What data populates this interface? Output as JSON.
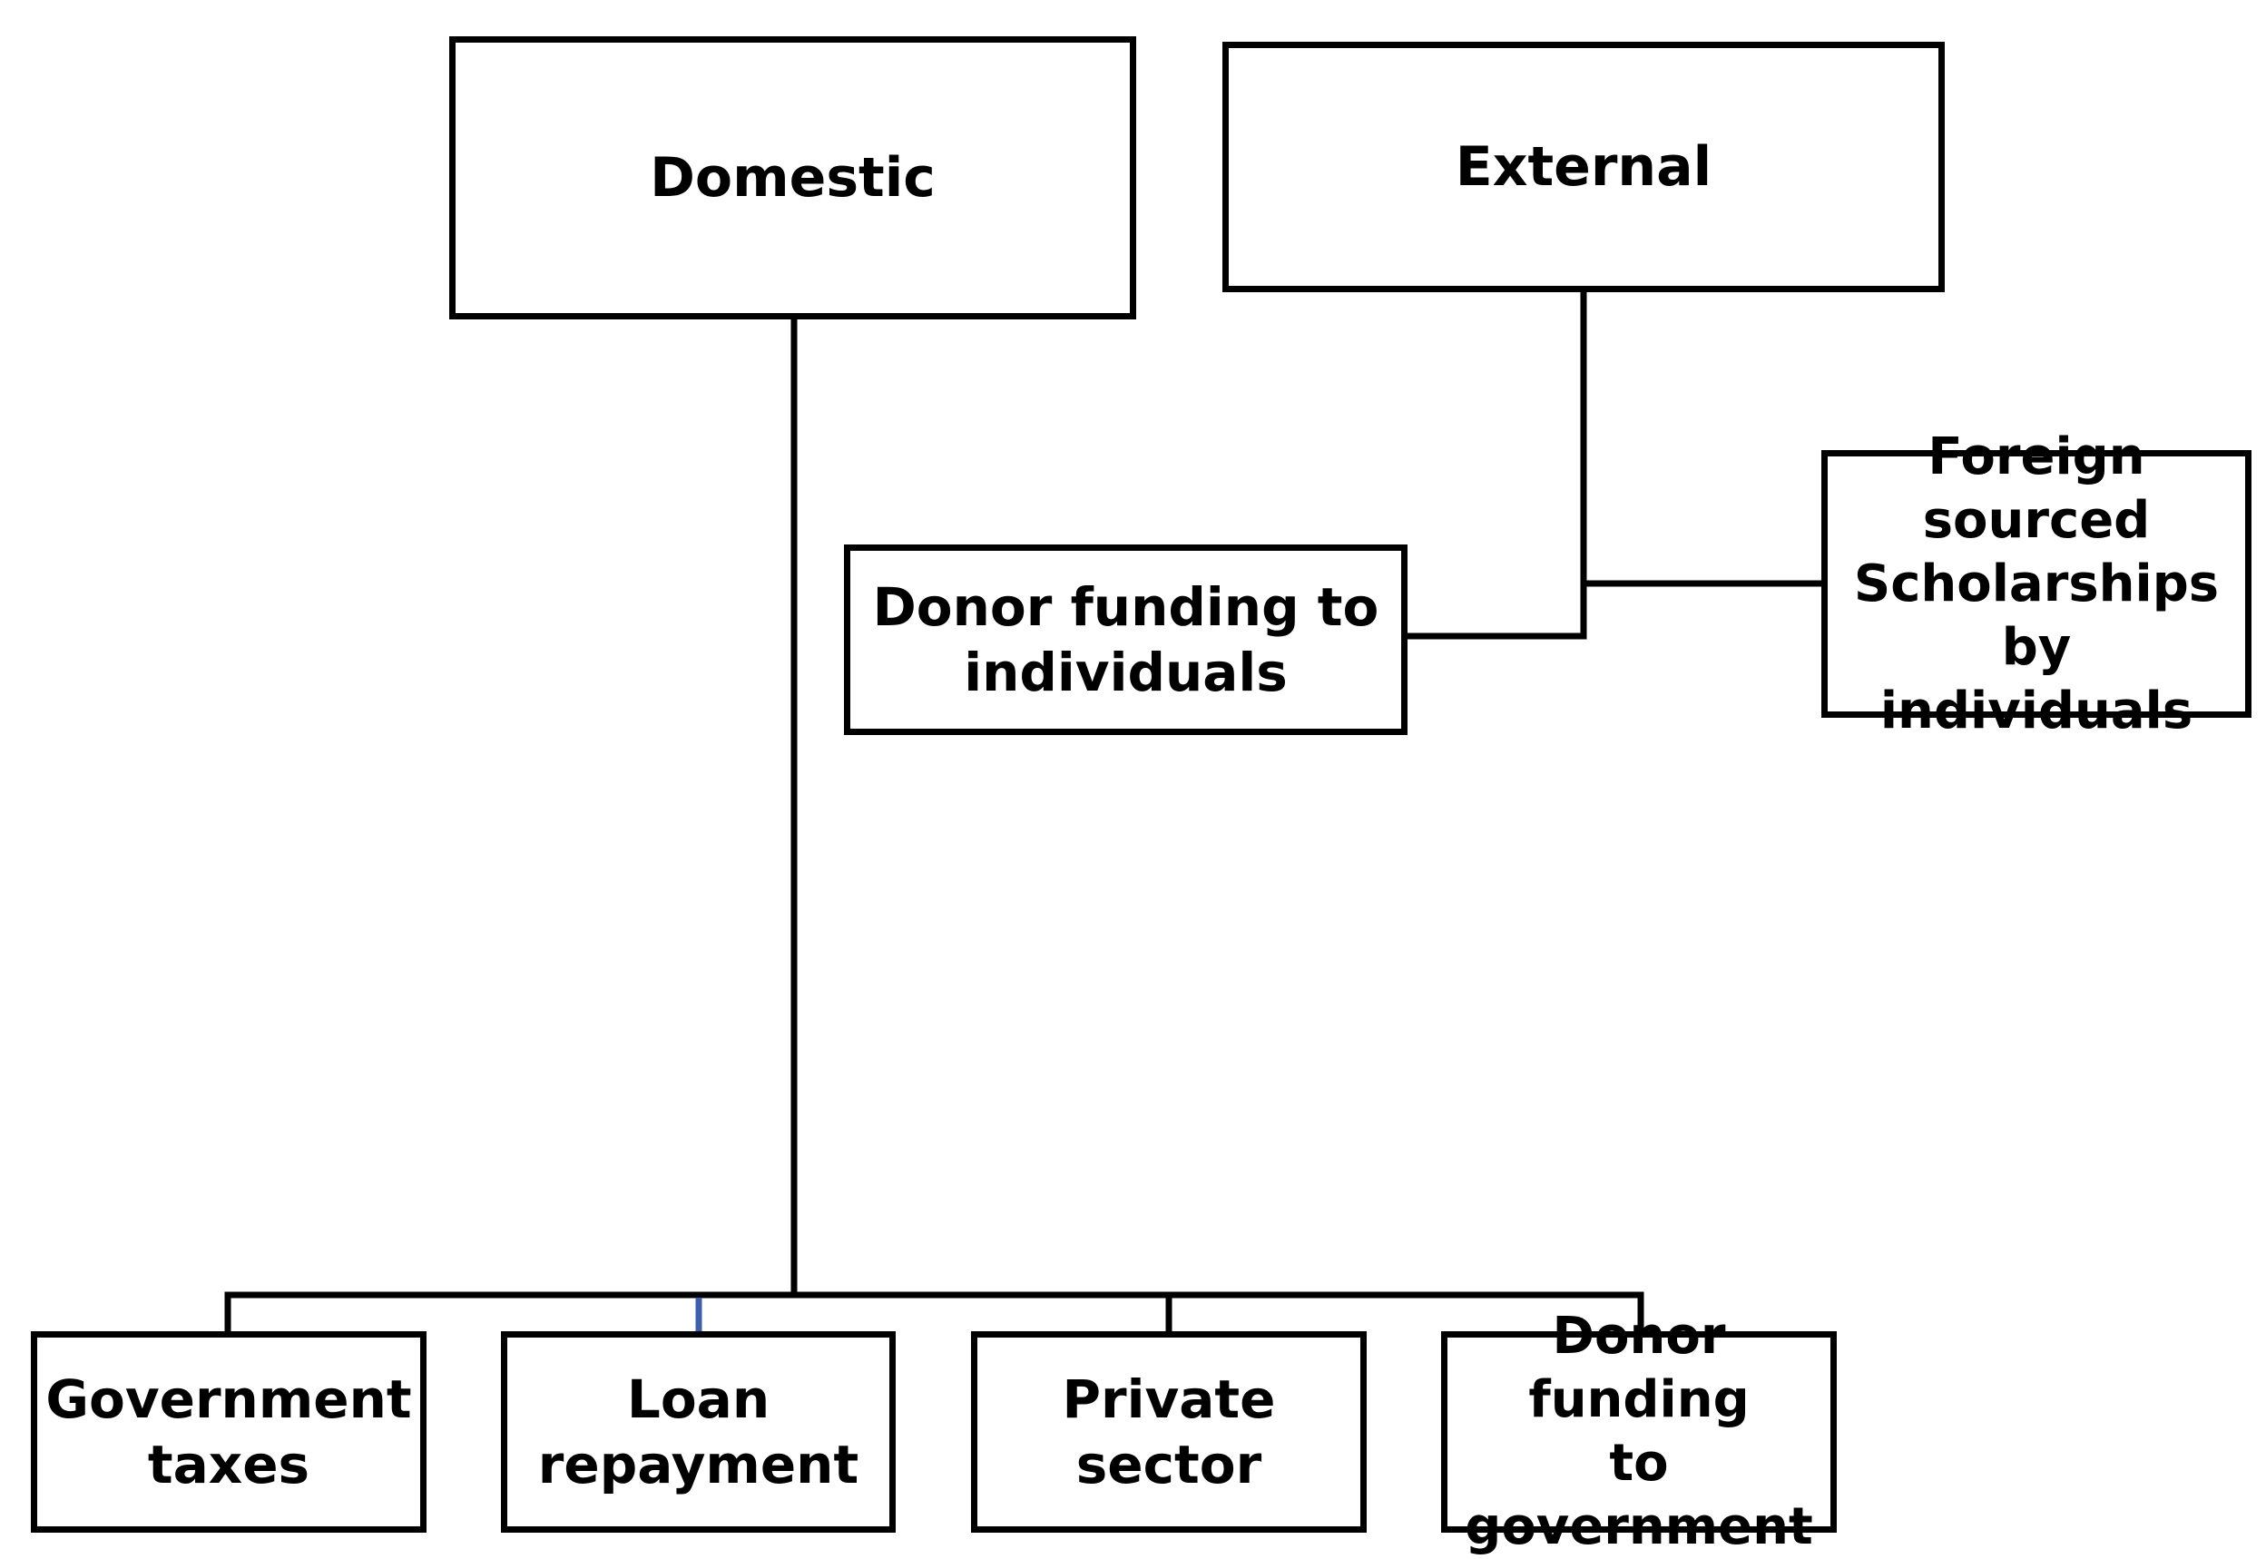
{
  "diagram": {
    "nodes": {
      "domestic": "Domestic",
      "external": "External",
      "donor_individuals": "Donor funding to\nindividuals",
      "foreign_scholarships": "Foreign sourced\nScholarships by\nindividuals",
      "government_taxes": "Government\ntaxes",
      "loan_repayment": "Loan\nrepayment",
      "private_sector": "Private sector",
      "donor_government": "Donor funding\nto government"
    },
    "colors": {
      "stroke": "#000000",
      "highlight_connector": "#3f5fa8",
      "background": "#ffffff"
    }
  }
}
